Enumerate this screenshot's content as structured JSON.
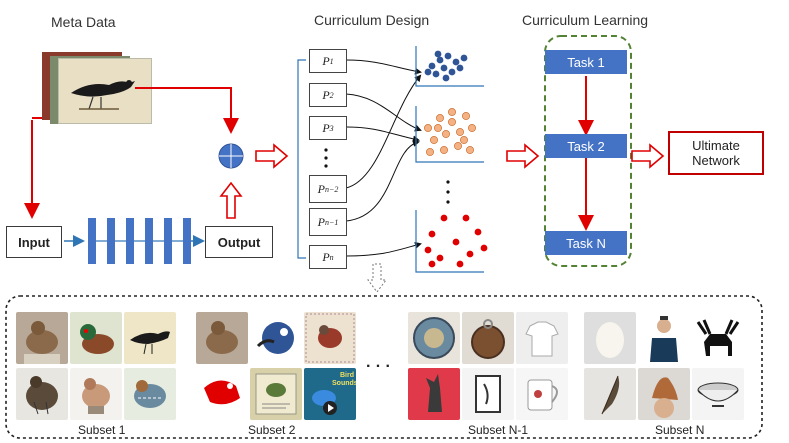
{
  "titles": {
    "meta_data": "Meta Data",
    "curriculum_design": "Curriculum  Design",
    "curriculum_learning": "Curriculum  Learning"
  },
  "pipeline": {
    "input": "Input",
    "output": "Output"
  },
  "p_labels": {
    "p1_base": "P",
    "p1_sub": "1",
    "p2_base": "P",
    "p2_sub": "2",
    "p3_base": "P",
    "p3_sub": "3",
    "pn2_base": "P",
    "pn2_sub": "n−2",
    "pn1_base": "P",
    "pn1_sub": "n−1",
    "pn_base": "P",
    "pn_sub": "n"
  },
  "tasks": {
    "task1": "Task 1",
    "task2": "Task 2",
    "taskN": "Task N"
  },
  "ultimate": {
    "line1": "Ultimate",
    "line2": "Network"
  },
  "subsets": {
    "subset1": "Subset 1",
    "subset2": "Subset 2",
    "subset_n1": "Subset N-1",
    "subset_n": "Subset N",
    "ellipsis": "· · ·"
  },
  "thumb_text": {
    "bird_sounds": "Bird Sounds"
  },
  "colors": {
    "red_arrow": "#e00000",
    "task_blue": "#4472c4",
    "dashed_green": "#548235",
    "scatter_blue": "#2f5597",
    "scatter_orange": "#f4b183",
    "scatter_red": "#e00000",
    "axis_blue": "#2e75b6"
  }
}
